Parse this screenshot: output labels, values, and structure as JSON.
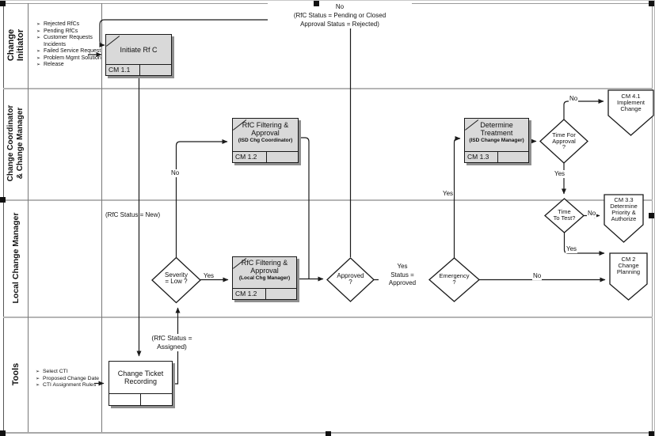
{
  "bullet_char": "➢",
  "colors": {
    "box_fill": "#d9d9d9",
    "line": "#1a1a1a",
    "lane_divider": "#b5b5b5",
    "shadow": "#8f8f8f"
  },
  "lanes": {
    "initiator": {
      "label_lines": [
        "Change",
        "Initiator"
      ],
      "bullets": [
        "Rejected RfCs",
        "Pending RfCs",
        "Customer Requests Incidents",
        "Failed Service Request",
        "Problem Mgmt Solution",
        "Release"
      ]
    },
    "coordinator": {
      "label_lines": [
        "Change Coordinator",
        "& Change Manager"
      ]
    },
    "local": {
      "label_lines": [
        "Local Change Manager"
      ]
    },
    "tools": {
      "label_lines": [
        "Tools"
      ],
      "bullets": [
        "Select CTI",
        "Proposed Change Date",
        "CTI Assignment Rules"
      ]
    }
  },
  "boxes": {
    "initiate": {
      "title": "Initiate Rf C",
      "code": "CM 1.1"
    },
    "isd_filter": {
      "title": "RfC Filtering & Approval",
      "subtitle": "(ISD Chg Coordinator)",
      "code": "CM 1.2"
    },
    "local_filter": {
      "title": "RfC Filtering & Approval",
      "subtitle": "(Local Chg Manager)",
      "code": "CM 1.2"
    },
    "determine": {
      "title": "Determine Treatment",
      "subtitle": "(ISD Change Manager)",
      "code": "CM 1.3"
    },
    "ticket": {
      "title": "Change Ticket Recording",
      "code": ""
    }
  },
  "decisions": {
    "severity": {
      "lines": [
        "Severity",
        "= Low ?"
      ]
    },
    "approved": {
      "lines": [
        "Approved",
        "?"
      ]
    },
    "emergency": {
      "lines": [
        "Emergency",
        "?"
      ]
    },
    "time_for_approval": {
      "lines": [
        "Time For",
        "Approval",
        "?"
      ]
    },
    "time_to_test": {
      "lines": [
        "Time",
        "To Test?"
      ]
    }
  },
  "offpage": {
    "cm41": {
      "lines": [
        "CM 4.1",
        "Implement",
        "Change"
      ]
    },
    "cm33": {
      "lines": [
        "CM 3.3",
        "Determine",
        "Priority &",
        "Authorize"
      ]
    },
    "cm2": {
      "lines": [
        "CM 2",
        "Change",
        "Planning"
      ]
    }
  },
  "edge_labels": {
    "loop_no": "No",
    "loop_condition_1": "(RfC Status = Pending or Closed",
    "loop_condition_2": "Approval Status = Rejected)",
    "rfc_new": "(RfC Status = New)",
    "rfc_assigned_1": "(RfC Status =",
    "rfc_assigned_2": "Assigned)",
    "severity_no": "No",
    "severity_yes": "Yes",
    "approved_yes_1": "Yes",
    "approved_yes_2": "Status =",
    "approved_yes_3": "Approved",
    "emergency_yes": "Yes",
    "emergency_no": "No",
    "time_approval_no": "No",
    "time_approval_yes": "Yes",
    "time_test_no": "No",
    "time_test_yes": "Yes"
  }
}
